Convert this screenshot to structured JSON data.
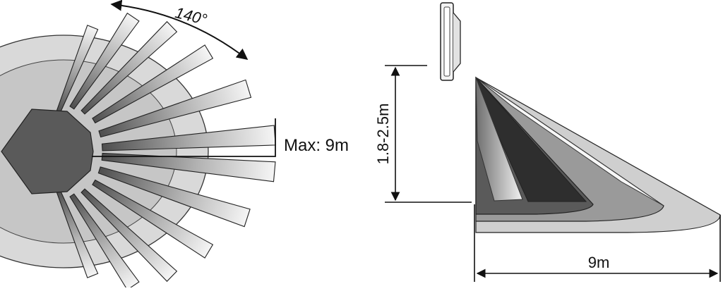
{
  "top_view": {
    "angle_label": "140°",
    "range_label": "Max: 9m"
  },
  "side_view": {
    "height_label": "1.8-2.5m",
    "distance_label": "9m"
  }
}
